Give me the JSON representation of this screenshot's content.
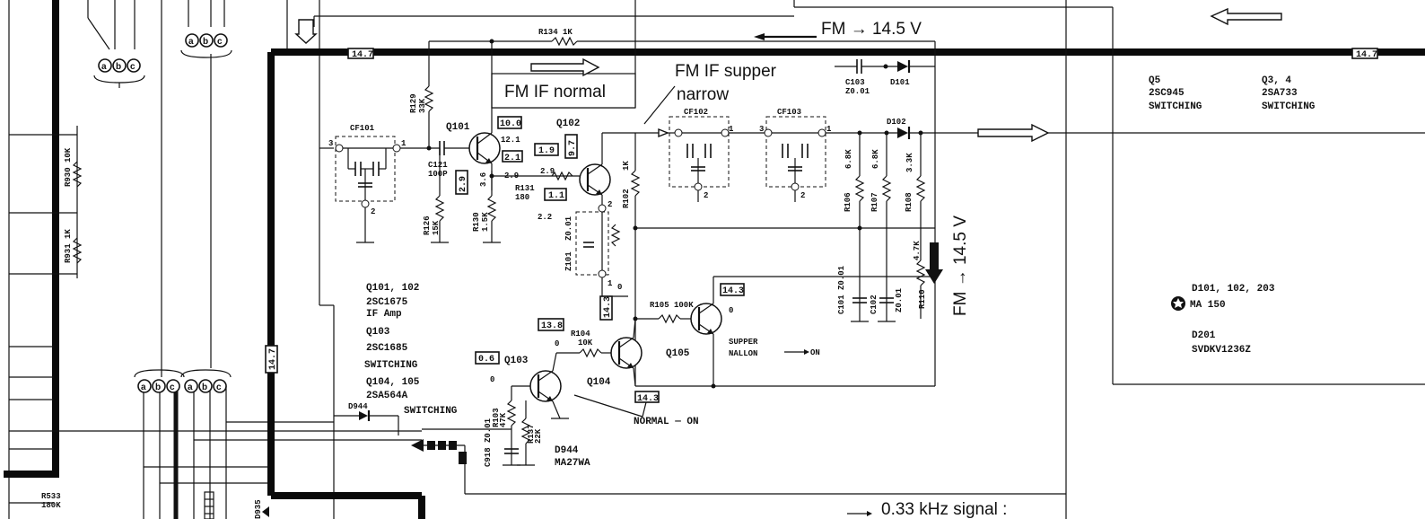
{
  "signals": {
    "fm_top": "FM → 14.5 V",
    "fm_side": "FM → 14.5 V",
    "fm_if_normal": "FM IF normal",
    "fm_if_supper": "FM IF supper",
    "narrow": "narrow",
    "signal_bottom": "0.33 kHz signal :"
  },
  "components": {
    "r134": "R134  1K",
    "r129": "R129\n33K",
    "r930": "R930 10K",
    "r931": "R931 1K",
    "r126": "R126 15K",
    "r130": "R130 1.5K",
    "r131": "R131 180",
    "r102": "R102  1K",
    "r105": "R105 100K",
    "r104": "R104 10K",
    "r103": "R103 47K",
    "r137": "R137 22K",
    "r106": "R106 6.8K",
    "r107": "R107 6.8K",
    "r108": "R108 3.3K",
    "r110": "R110 4.7K",
    "r533": "R533\n180K",
    "c121": "C121\n100P",
    "c103": "C103\nZ0.01",
    "c101": "C101 Z0.01",
    "c102": "C102",
    "c918": "C918 Z0.01",
    "z101": "Z101",
    "z0_01": "Z0.01",
    "d101": "D101",
    "d102": "D102",
    "cf101": "CF101",
    "cf102": "CF102",
    "cf103": "CF103",
    "q101": "Q101",
    "q102": "Q102",
    "q103": "Q103",
    "q104": "Q104",
    "q105": "Q105",
    "d944": "D944",
    "d944_part": "MA27WA"
  },
  "notes": {
    "q101_102": "Q101, 102",
    "q101_part": "2SC1675",
    "q101_role": "IF Amp",
    "q103": "Q103",
    "q103_part": "2SC1685",
    "q103_role": "SWITCHING",
    "q104_105": "Q104, 105",
    "q104_part": "2SA564A",
    "q104_role": "SWITCHING",
    "supper": "SUPPER",
    "nallon": "NALLON",
    "on": "ON",
    "normal_on": "NORMAL — ON",
    "q5": "Q5",
    "q5_part": "2SC945",
    "q5_role": "SWITCHING",
    "q34": "Q3, 4",
    "q34_part": "2SA733",
    "q34_role": "SWITCHING",
    "d101_102_203": "D101, 102, 203",
    "ma150": "MA 150",
    "d201": "D201",
    "d201_part": "SVDKV1236Z"
  },
  "voltages": {
    "v14_7a": "14.7",
    "v14_7b": "14.7",
    "v14_7c": "14.7",
    "v10_0": "10.0",
    "v12_1": "12.1",
    "v2_1": "2.1",
    "v1_9": "1.9",
    "v9_7": "9.7",
    "v2_9a": "2.9",
    "v2_9b": "2.9",
    "v2_9c": "2.9",
    "v3_6": "3.6",
    "v1_1": "1.1",
    "v2_2": "2.2",
    "v14_3a": "14.3",
    "v14_3b": "14.3",
    "v14_3c": "14.3",
    "v13_8": "13.8",
    "v0_6": "0.6",
    "v0a": "0",
    "v0b": "0",
    "v0c": "0"
  },
  "pins": {
    "p1": "1",
    "p2": "2",
    "p3": "3"
  },
  "bus_groups": {
    "abc": [
      "a",
      "b",
      "c"
    ]
  }
}
